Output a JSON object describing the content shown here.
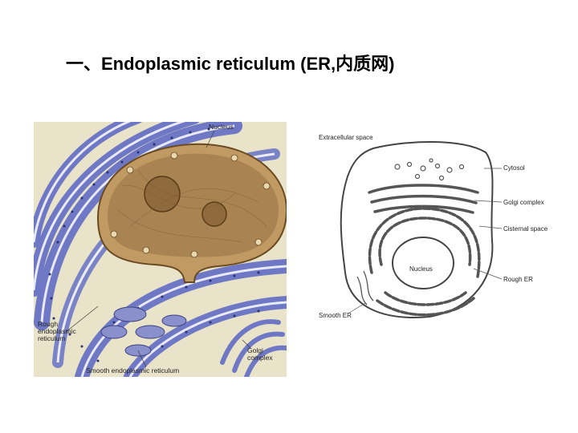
{
  "slide": {
    "title": "一、Endoplasmic reticulum (ER,内质网)"
  },
  "left_diagram": {
    "labels": {
      "nucleus": "Nucleus",
      "rough_er_line1": "Rough",
      "rough_er_line2": "endoplasmic",
      "rough_er_line3": "reticulum",
      "golgi_line1": "Golgi",
      "golgi_line2": "complex",
      "smooth_er": "Smooth endoplasmic reticulum"
    }
  },
  "right_diagram": {
    "labels": {
      "extracellular": "Extracellular space",
      "cytosol": "Cytosol",
      "golgi": "Golgi complex",
      "cisternal": "Cisternal space",
      "nucleus": "Nucleus",
      "rough_er": "Rough ER",
      "smooth_er": "Smooth ER"
    }
  },
  "colors": {
    "er_blue": "#6e78c4",
    "nucleus_tan": "#b08a58",
    "cytoplasm_cream": "#e8e2c8",
    "outline": "#444444"
  }
}
